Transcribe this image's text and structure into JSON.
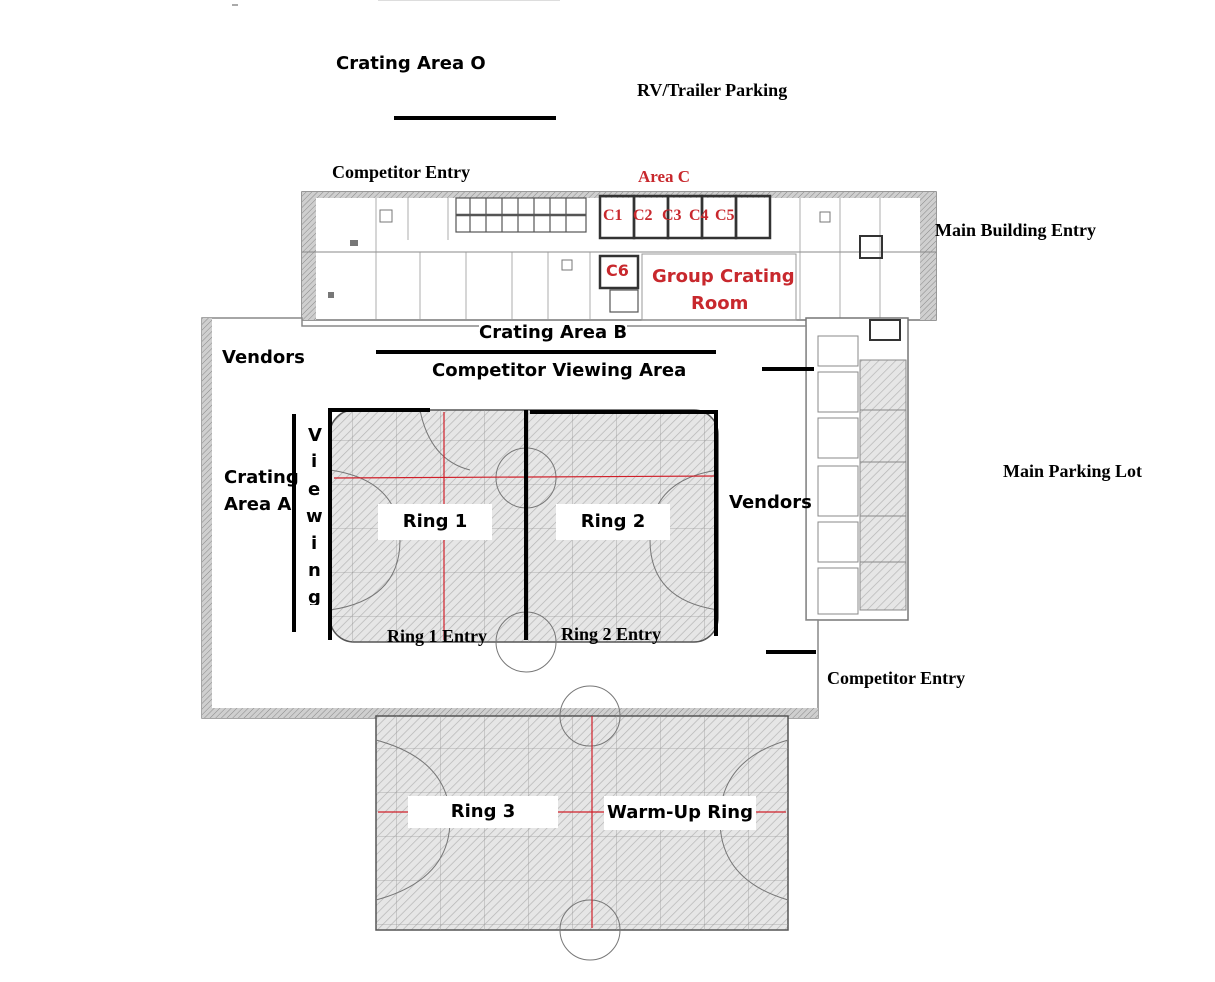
{
  "labels": {
    "crating_area_o": "Crating Area O",
    "rv_trailer_parking": "RV/Trailer Parking",
    "competitor_entry_top": "Competitor Entry",
    "area_c": "Area C",
    "c1": "C1",
    "c2": "C2",
    "c3": "C3",
    "c4": "C4",
    "c5": "C5",
    "c6": "C6",
    "group_crating_room_line1": "Group Crating",
    "group_crating_room_line2": "Room",
    "main_building_entry": "Main Building Entry",
    "crating_area_b": "Crating Area B",
    "vendors_left": "Vendors",
    "competitor_viewing_area": "Competitor Viewing Area",
    "main_parking_lot": "Main Parking Lot",
    "crating_area_a_line1": "Crating",
    "crating_area_a_line2": "Area A",
    "viewing_letters": [
      "V",
      "i",
      "e",
      "w",
      "i",
      "n",
      "g"
    ],
    "ring_1": "Ring 1",
    "ring_2": "Ring 2",
    "vendors_right": "Vendors",
    "ring_1_entry": "Ring 1 Entry",
    "ring_2_entry": "Ring 2 Entry",
    "competitor_entry_bottom": "Competitor Entry",
    "ring_3": "Ring 3",
    "warm_up_ring": "Warm-Up Ring"
  },
  "colors": {
    "red_label": "#c8282d",
    "floor_hatch": "#d9d9d9",
    "wall": "#8c8c8c",
    "barrier": "#000000",
    "measure_line": "#d0202a"
  }
}
